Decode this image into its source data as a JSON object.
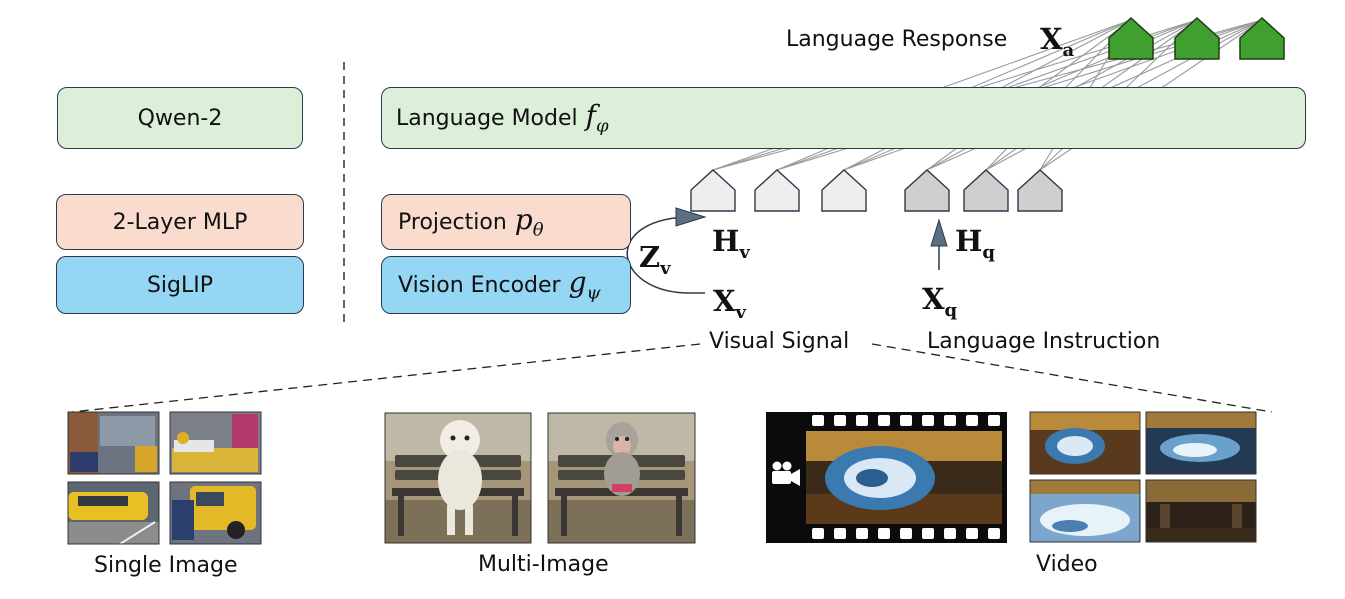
{
  "left_column": {
    "llm_box": "Qwen-2",
    "projector_box": "2-Layer MLP",
    "encoder_box": "SigLIP"
  },
  "architecture": {
    "language_response_label": "Language Response",
    "language_response_symbol": "X",
    "language_response_sub": "a",
    "language_model_label": "Language Model",
    "language_model_symbol": "f",
    "language_model_sub": "φ",
    "projection_label": "Projection",
    "projection_symbol": "p",
    "projection_sub": "θ",
    "vision_encoder_label": "Vision Encoder",
    "vision_encoder_symbol": "g",
    "vision_encoder_sub": "ψ",
    "zv_symbol": "Z",
    "zv_sub": "v",
    "hv_symbol": "H",
    "hv_sub": "v",
    "hq_symbol": "H",
    "hq_sub": "q",
    "xv_symbol": "X",
    "xv_sub": "v",
    "xq_symbol": "X",
    "xq_sub": "q",
    "visual_signal_label": "Visual Signal",
    "language_instruction_label": "Language Instruction"
  },
  "examples": {
    "single_image_caption": "Single Image",
    "multi_image_caption": "Multi-Image",
    "video_caption": "Video"
  },
  "colors": {
    "output_token": "#3f9f2f",
    "visual_token": "#eeeeee",
    "instruction_token": "#cfcfcf",
    "llm_box": "#dcefd9",
    "projector_box": "#f9dccd",
    "encoder_box": "#94d6f4"
  }
}
